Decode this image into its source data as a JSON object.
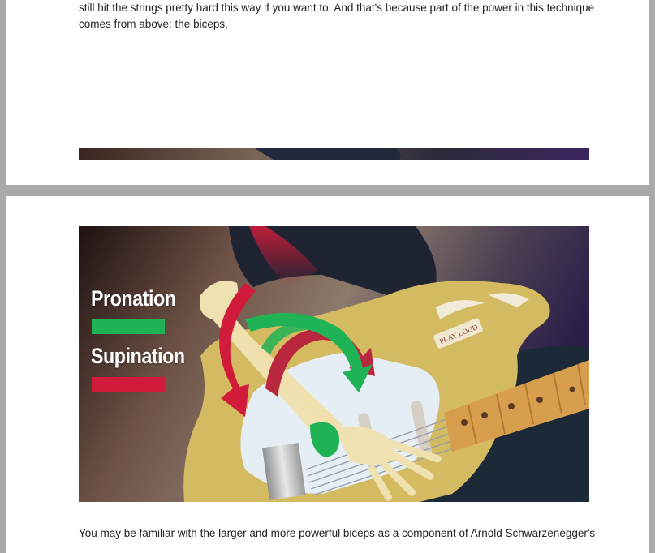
{
  "page1": {
    "paragraph": "still hit the strings pretty hard this way if you want to. And that's because part of the power in this technique comes from above: the biceps."
  },
  "page2": {
    "figure": {
      "legend": [
        {
          "label": "Pronation",
          "color": "#1fb356"
        },
        {
          "label": "Supination",
          "color": "#d01c3a"
        }
      ],
      "guitar_text": "PLAY LOUD"
    },
    "paragraph": "You may be familiar with the larger and more powerful biceps as a component of Arnold Schwarzenegger's"
  },
  "colors": {
    "page_gap": "#a9a9a9",
    "guitar_body": "#d4bb62",
    "pickguard": "#e6eef5",
    "fretboard": "#d79e4e"
  }
}
